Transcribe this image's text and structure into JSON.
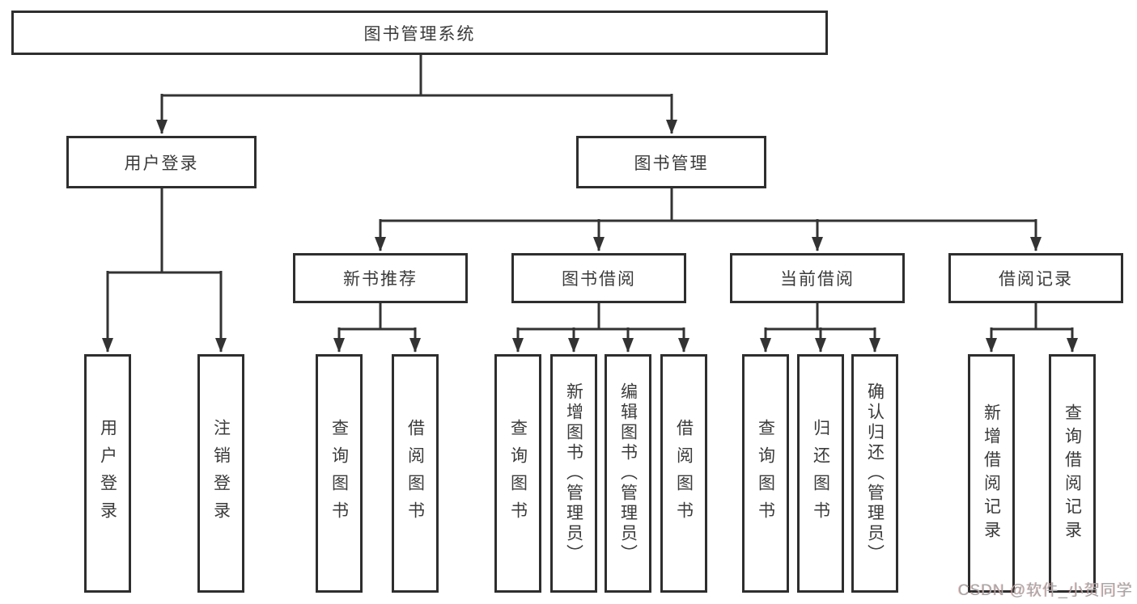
{
  "diagram": {
    "root": "图书管理系统",
    "level2": {
      "user_login": "用户登录",
      "book_management": "图书管理"
    },
    "login_leaves": [
      "用户登录",
      "注销登录"
    ],
    "groups": [
      {
        "label": "新书推荐",
        "leaves": [
          "查询图书",
          "借阅图书"
        ]
      },
      {
        "label": "图书借阅",
        "leaves": [
          "查询图书",
          "新增图书（管理员）",
          "编辑图书（管理员）",
          "借阅图书"
        ]
      },
      {
        "label": "当前借阅",
        "leaves": [
          "查询图书",
          "归还图书",
          "确认归还（管理员）"
        ]
      },
      {
        "label": "借阅记录",
        "leaves": [
          "新增借阅记录",
          "查询借阅记录"
        ]
      }
    ],
    "watermark": "CSDN @软件_小贺同学"
  },
  "colors": {
    "background": "#ffffff",
    "connector_line": "#333333",
    "box_border": "#2e2e2e",
    "text": "#3b3b3b",
    "watermark": "#a6a6a6"
  }
}
